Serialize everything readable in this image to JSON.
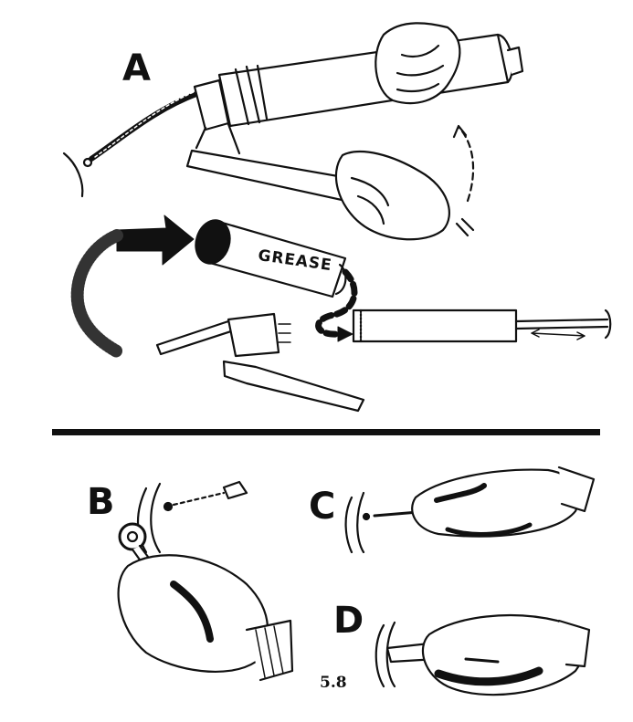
{
  "panels": {
    "a": {
      "letter": "A",
      "tube_label": "GREASE"
    },
    "b": {
      "letter": "B"
    },
    "c": {
      "letter": "C"
    },
    "d": {
      "letter": "D"
    }
  },
  "figure_number": "5.8",
  "colors": {
    "ink": "#111111",
    "background": "#ffffff"
  }
}
